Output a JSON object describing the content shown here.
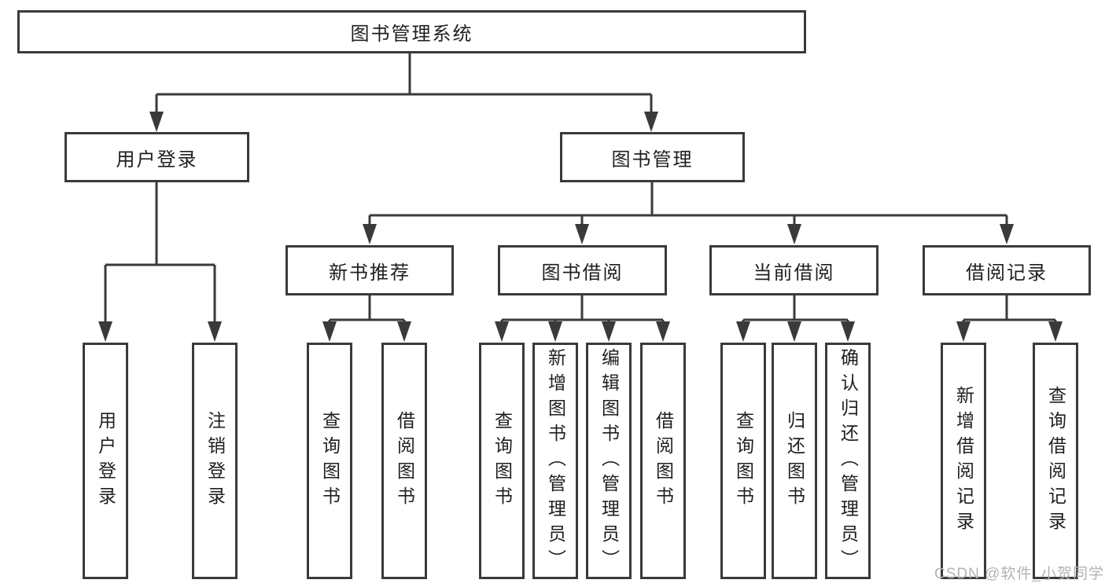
{
  "diagram": {
    "root": {
      "label": "图书管理系统"
    },
    "branches": [
      {
        "label": "用户登录",
        "children": [
          {
            "label": "用户登录"
          },
          {
            "label": "注销登录"
          }
        ]
      },
      {
        "label": "图书管理",
        "groups": [
          {
            "label": "新书推荐",
            "children": [
              {
                "label": "查询图书"
              },
              {
                "label": "借阅图书"
              }
            ]
          },
          {
            "label": "图书借阅",
            "children": [
              {
                "label": "查询图书"
              },
              {
                "label": "新增图书（管理员）"
              },
              {
                "label": "编辑图书（管理员）"
              },
              {
                "label": "借阅图书"
              }
            ]
          },
          {
            "label": "当前借阅",
            "children": [
              {
                "label": "查询图书"
              },
              {
                "label": "归还图书"
              },
              {
                "label": "确认归还（管理员）"
              }
            ]
          },
          {
            "label": "借阅记录",
            "children": [
              {
                "label": "新增借阅记录"
              },
              {
                "label": "查询借阅记录"
              }
            ]
          }
        ]
      }
    ],
    "watermark": "CSDN @软件_小贺同学",
    "colors": {
      "line": "#3a3a3a",
      "text": "#1f1f1f",
      "watermark": "#b3b3b3",
      "background": "#ffffff"
    }
  }
}
